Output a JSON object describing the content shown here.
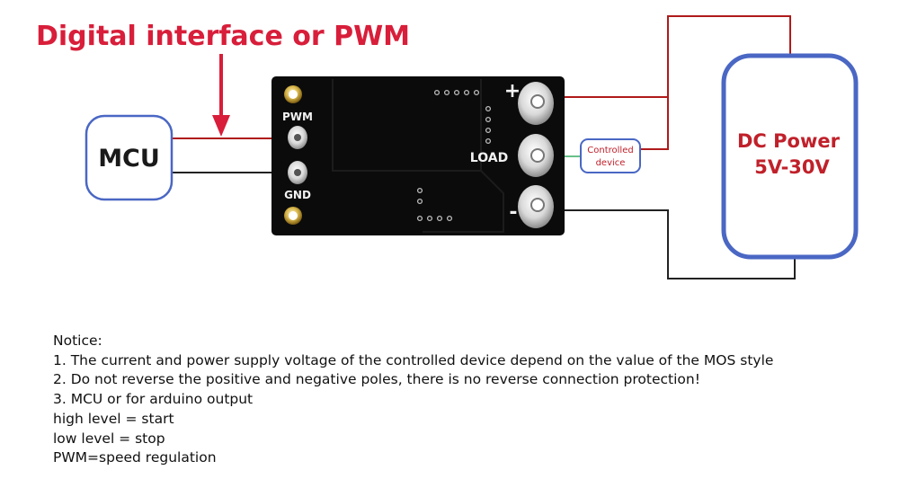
{
  "title": "Digital interface or PWM",
  "mcu_label": "MCU",
  "board": {
    "pwm_label": "PWM",
    "gnd_label": "GND",
    "load_label": "LOAD",
    "plus_label": "+",
    "minus_label": "-"
  },
  "controlled_device": {
    "line1": "Controlled",
    "line2": "device"
  },
  "dc_power": {
    "line1": "DC Power",
    "line2": "5V-30V"
  },
  "notice": {
    "heading": "Notice:",
    "lines": [
      "1. The current and power supply voltage of the controlled device depend on the value of the MOS style",
      "2. Do not reverse the positive and negative poles, there is no reverse connection protection!",
      "3. MCU or for arduino output",
      "high level = start",
      "low level = stop",
      "PWM=speed regulation"
    ]
  },
  "colors": {
    "title_red": "#d81e3a",
    "box_blue": "#4a67c4",
    "dc_text_red": "#c0202a",
    "wire_red": "#b01a1a",
    "wire_dark": "#222222",
    "wire_green": "#69c08a",
    "board": "#0b0b0b"
  }
}
